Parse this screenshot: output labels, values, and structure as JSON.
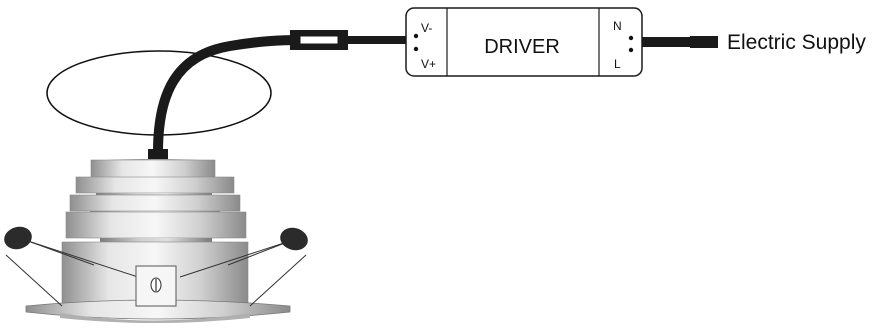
{
  "driver": {
    "label": "DRIVER",
    "output_terminals": {
      "negative": "V-",
      "positive": "V+"
    },
    "input_terminals": {
      "neutral": "N",
      "live": "L"
    }
  },
  "supply": {
    "label": "Electric Supply"
  },
  "colors": {
    "cable": "#1a1a1a",
    "outline": "#222222",
    "fixture_metal": "#c8c8c8",
    "fixture_shadow": "#8e8e8e",
    "fixture_highlight": "#f2f2f2",
    "spring_clip": "#2b2b2b"
  }
}
